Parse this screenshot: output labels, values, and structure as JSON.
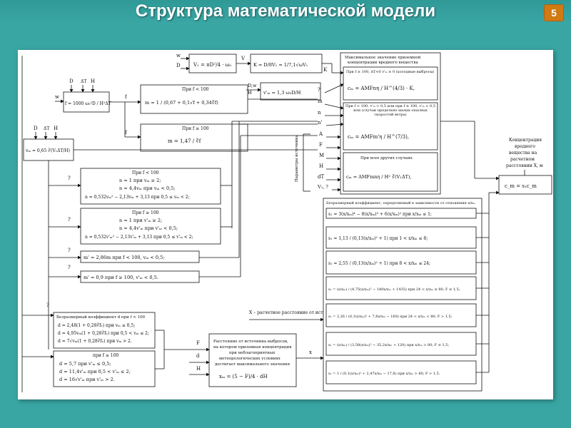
{
  "slide": {
    "title": "Структура математической модели",
    "page_number": "5",
    "background_color": "#39a6a4",
    "badge_color": "#d07a12"
  },
  "diagram": {
    "inputs": {
      "w": "w",
      "D": "D",
      "dT": "ΔT",
      "H": "H",
      "V": "V",
      "K": "K",
      "Dw": "D,w",
      "V1": "V",
      "f": "f",
      "ff": "f"
    },
    "formulas": {
      "v1": "V₁ = πD²/4 · ω₀",
      "k": "K = D/8V₁ = 1/7,1√ωV₁",
      "f": "f = 1000 ω₀²D / H²ΔT",
      "vm_prime": "v'ₘ = 1,3 ω₀D/H",
      "vm": "vₘ = 0,65 ∛(V₁ΔT/H)",
      "m1": "m = 1 / (0,67 + 0,1√f + 0,34∛f)",
      "m2": "m = 1,47 / ∛f",
      "m_label_1": "При f < 100",
      "m_label_2": "При f ≥ 100"
    },
    "n_box": {
      "header": "При f < 100",
      "line1": "n = 1 при vₘ ≥ 2;",
      "line2": "n = 4,4vₘ при vₘ < 0,5;",
      "line3": "n = 0,532vₘ² − 2,13vₘ + 3,13 при 0,5 ≤ vₘ < 2;"
    },
    "n_box2": {
      "header": "При f ≥ 100",
      "line1": "n = 1 при v'ₘ ≥ 2;",
      "line2": "n = 4,4v'ₘ при v'ₘ < 0,5;",
      "line3": "n = 0,532v'ₘ² − 2,13v'ₘ + 3,13 при 0,5 ≤ v'ₘ < 2;"
    },
    "m_prime_1": "m' = 2,86m при f < 100, vₘ < 0,5;",
    "m_prime_2": "m' = 0,9 при f ≥ 100, v'ₘ < 0,5.",
    "d_box": {
      "header": "Безразмерный коэффициент d при f < 100",
      "line1": "d = 2,48(1 + 0,28∛fₑ) при vₘ ≤ 0,5;",
      "line2": "d = 4,95vₘ(1 + 0,28∛fₑ) при 0,5 < vₘ ≤ 2;",
      "line3": "d = 7√vₘ(1 + 0,28∛fₑ) при vₘ > 2."
    },
    "d_box2": {
      "header": "при f ≥ 100",
      "line1": "d = 5,7 при v'ₘ ≤ 0,5;",
      "line2": "d = 11,4v'ₘ при 0,5 < v'ₘ ≤ 2;",
      "line3": "d = 16√v'ₘ при v'ₘ > 2."
    },
    "xm_box": {
      "text1": "Расстояние от источника выбросов,",
      "text2": "на котором приземная концентрация",
      "text3": "при неблагоприятных",
      "text4": "метеорологических условиях",
      "text5": "достигает максимального значения",
      "formula": "xₘ = (5 − F)/4 · dH"
    },
    "x_label": "X – расчетное расстояние от источника",
    "cm_box": {
      "header1": "Максимальное значение приземной",
      "header2": "концентрации вредного вещества",
      "case1": "При f ≥ 100, ΔT≈0 v'ₘ ≥ 0 (холодные выбросы)",
      "formula1": "cₘ = AMFnη / H^(4/3) · K,",
      "case2": "При f < 100, v'ₘ < 0,5 или при f ≥ 100, v'ₘ < 0,5 или (случаи предельно малых опасных скоростей ветра)",
      "formula2": "cₘ = AMFm'η / H^(7/3),",
      "case3": "При всех других случаях",
      "formula3": "cₘ = AMFmnη / H² ∛(V₁ΔT),"
    },
    "params_label": "Параметры источника",
    "side_inputs": [
      "K",
      "?",
      "m",
      "n",
      "n'",
      "A",
      "F",
      "M",
      "H",
      "dT",
      "V₁, ?"
    ],
    "s_box": {
      "header": "Безразмерный коэффициент, определяемый в зависимости от отношения x/xₘ",
      "s1": "s₁ = 3(x/xₘ)⁴ − 8(x/xₘ)³ + 6(x/xₘ)² при x/xₘ ≤ 1;",
      "s2": "s₁ = 1,13 / (0,13(x/xₘ)² + 1) при 1 < x/xₘ ≤ 8;",
      "s3": "s₁ = 2,55 / (0,13(x/xₘ)² + 1) при 8 < x/xₘ ≤ 24;",
      "s4": "s₁ = (x/xₘ) / (4,75(x/xₘ)² − 140x/xₘ + 1435) при 24 < x/xₘ ≤ 80; F ≤ 1,5;",
      "s5": "s₁ = 2,26 / (0,1(x/xₘ)² + 7,8x/xₘ − 160) при 24 < x/xₘ < 80; F > 1,5;",
      "s6": "s₁ = (x/xₘ) / (3,58(x/xₘ)² − 35,2x/xₘ + 120) при x/xₘ > 80; F ≤ 1,5;",
      "s7": "s₁ = 1 / (0,1(x/xₘ)² + 2,47x/xₘ − 17,8) при x/xₘ > 80; F > 1,5."
    },
    "concentration_label": {
      "l1": "Концентрация",
      "l2": "вредного",
      "l3": "вещества на",
      "l4": "расчетном",
      "l5": "расстоянии Х, м"
    },
    "result_formula": "c_m = s₁c_m",
    "left_inputs": [
      "?",
      "?",
      "?",
      "?",
      "?"
    ],
    "bottom_inputs": [
      "F",
      "d",
      "H"
    ]
  }
}
